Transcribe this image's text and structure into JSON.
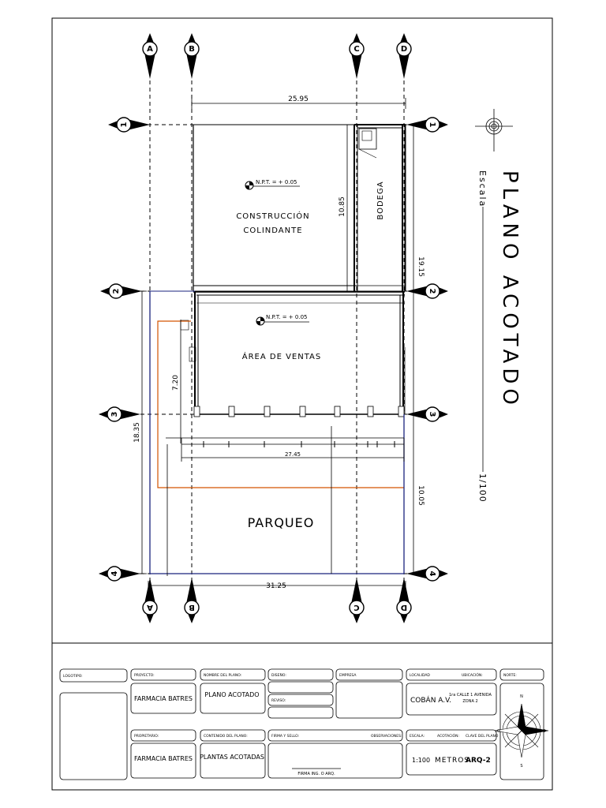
{
  "plan": {
    "title": "PLANO ACOTADO",
    "scale_label": "Escala",
    "scale_value": "1/100"
  },
  "grid": {
    "columns": [
      "A",
      "B",
      "C",
      "D"
    ],
    "rows": [
      "1",
      "2",
      "3",
      "4"
    ]
  },
  "rooms": {
    "construction_line1": "CONSTRUCCIÓN",
    "construction_line2": "COLINDANTE",
    "npt_upper": "N.P.T. = + 0.05",
    "bodega": "BODEGA",
    "npt_sales": "N.P.T. = + 0.05",
    "sales_area": "ÁREA DE VENTAS",
    "parking": "PARQUEO"
  },
  "dimensions": {
    "top_width": "25.95",
    "bottom_width": "31.25",
    "mid_width": "27.45",
    "left_height": "18.35",
    "right_upper": "19.15",
    "right_lower": "10.05",
    "upper_height": "10.85",
    "left_inner": "7.20"
  },
  "title_block": {
    "logo_label": "LOGOTIPO:",
    "project_label": "PROYECTO:",
    "project_value": "FARMACIA BATRES",
    "plan_name_label": "NOMBRE DEL PLANO:",
    "plan_name_value": "PLANO ACOTADO",
    "design_label": "DISEÑO:",
    "review_label": "REVISO:",
    "company_label": "EMPRESA",
    "location_label": "LOCALIDAD",
    "location_value": "COBÁN A.V.",
    "address_label": "UBICACIÓN:",
    "address_line1": "1ra CALLE 1 AVENIDA",
    "address_line2": "ZONA 2",
    "north_label": "NORTE:",
    "owner_label": "PROPIETARIO:",
    "owner_value": "FARMACIA BATRES",
    "content_label": "CONTENIDO DEL PLANO:",
    "content_value": "PLANTAS ACOTADAS",
    "signature_label": "FIRMA Y SELLO:",
    "observations_label": "OBSERVACIONES:",
    "signature_caption": "FIRMA ING. O ARQ.",
    "scale_label": "ESCALA:",
    "scale_value": "1:100",
    "units_label": "ACOTACIÓN:",
    "units_value": "METROS",
    "key_label": "CLAVE DEL PLANO",
    "key_value": "ARQ-2"
  },
  "colors": {
    "line": "#000000",
    "parking_outline": "#1a237e",
    "orange_outline": "#d35400"
  }
}
